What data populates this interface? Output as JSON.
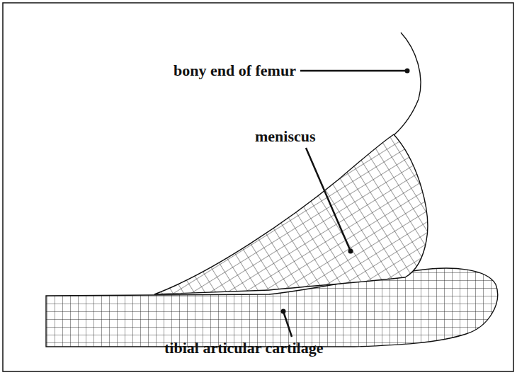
{
  "diagram": {
    "labels": [
      "bony end of femur",
      "meniscus",
      "tibial articular cartilage"
    ]
  }
}
